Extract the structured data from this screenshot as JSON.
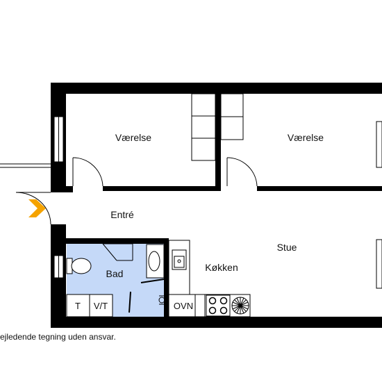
{
  "rooms": {
    "room_left": "Værelse",
    "room_right": "Værelse",
    "entry": "Entré",
    "living": "Stue",
    "kitchen": "Køkken",
    "bath": "Bad"
  },
  "fixtures": {
    "toilet_label": "T",
    "washer_dryer_label": "V/T",
    "oven_label": "OVN"
  },
  "disclaimer": "ejledende tegning uden ansvar.",
  "colors": {
    "wall": "#000000",
    "bath_floor": "#c5d9f8",
    "entrance_arrow": "#f5a300"
  }
}
